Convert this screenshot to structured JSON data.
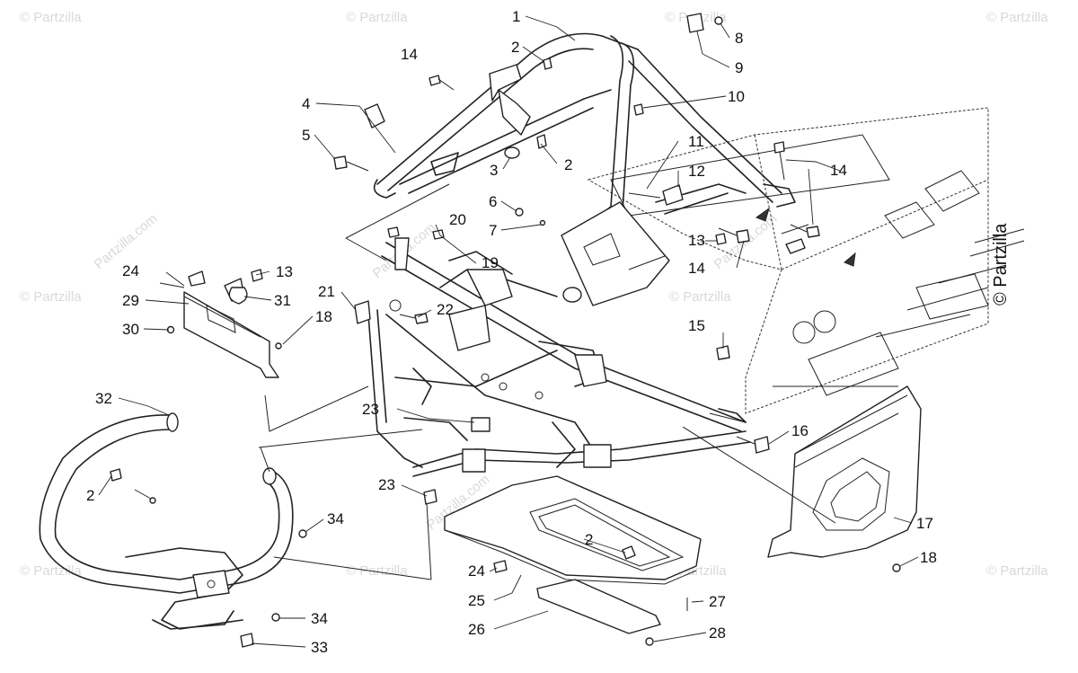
{
  "watermark": "© Partzilla",
  "brand": "© Partzilla",
  "watermark_vertical": "Partzilla.com",
  "callouts": [
    "1",
    "2",
    "2",
    "3",
    "4",
    "5",
    "6",
    "7",
    "8",
    "9",
    "10",
    "11",
    "12",
    "13",
    "13",
    "14",
    "14",
    "14",
    "15",
    "16",
    "17",
    "18",
    "18",
    "19",
    "20",
    "21",
    "22",
    "23",
    "23",
    "24",
    "24",
    "25",
    "26",
    "27",
    "28",
    "29",
    "30",
    "31",
    "32",
    "2",
    "34",
    "34",
    "33",
    "2"
  ]
}
